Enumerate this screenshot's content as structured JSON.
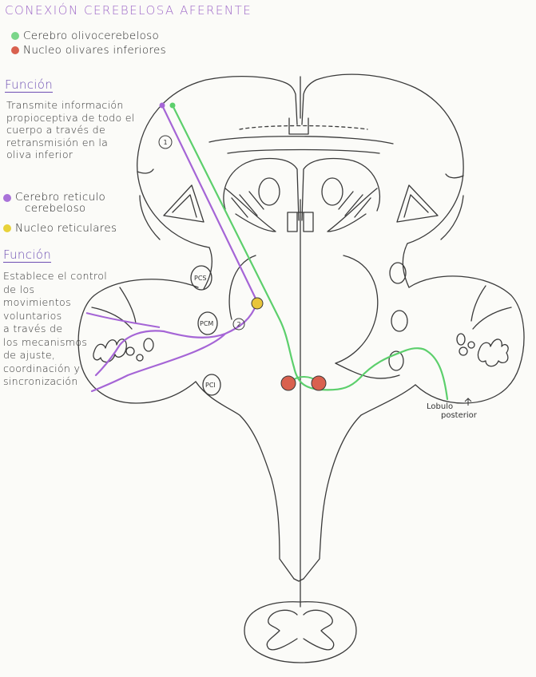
{
  "title": "CONEXIÓN CEREBELOSA AFERENTE",
  "legend_olivo": [
    {
      "label": "Cerebro olivocerebeloso",
      "color": "#7bd68a"
    },
    {
      "label": "Nucleo olivares inferiores",
      "color": "#d9614f"
    }
  ],
  "section1": {
    "heading": "Función",
    "lines": [
      "Transmite información",
      "propioceptiva de todo el",
      "cuerpo a través de",
      "retransmisión en la",
      "oliva inferior"
    ]
  },
  "legend_reticulo": [
    {
      "label": "Cerebro reticulo cerebeloso",
      "line1": "Cerebro reticulo",
      "line2": "cerebeloso",
      "color": "#a972d9"
    },
    {
      "label": "Nucleo reticulares",
      "color": "#e8d23a"
    }
  ],
  "section2": {
    "heading": "Función",
    "lines": [
      "Establece el control",
      "de los",
      "movimientos",
      "voluntarios",
      "a través de",
      "los mecanismos",
      "de ajuste,",
      "coordinación y",
      "sincronización"
    ]
  },
  "diagram_labels": {
    "one": "1",
    "two": "2",
    "pcs": "PCS",
    "pcm": "PCM",
    "pci": "PCI",
    "lobulo": "Lobulo",
    "posterior": "posterior"
  },
  "colors": {
    "outline": "#3a3a3a",
    "green_path": "#5ccf6c",
    "purple_path": "#a565d6",
    "olive_nucleus": "#d9614f",
    "reticular_nucleus": "#e8c53a"
  }
}
